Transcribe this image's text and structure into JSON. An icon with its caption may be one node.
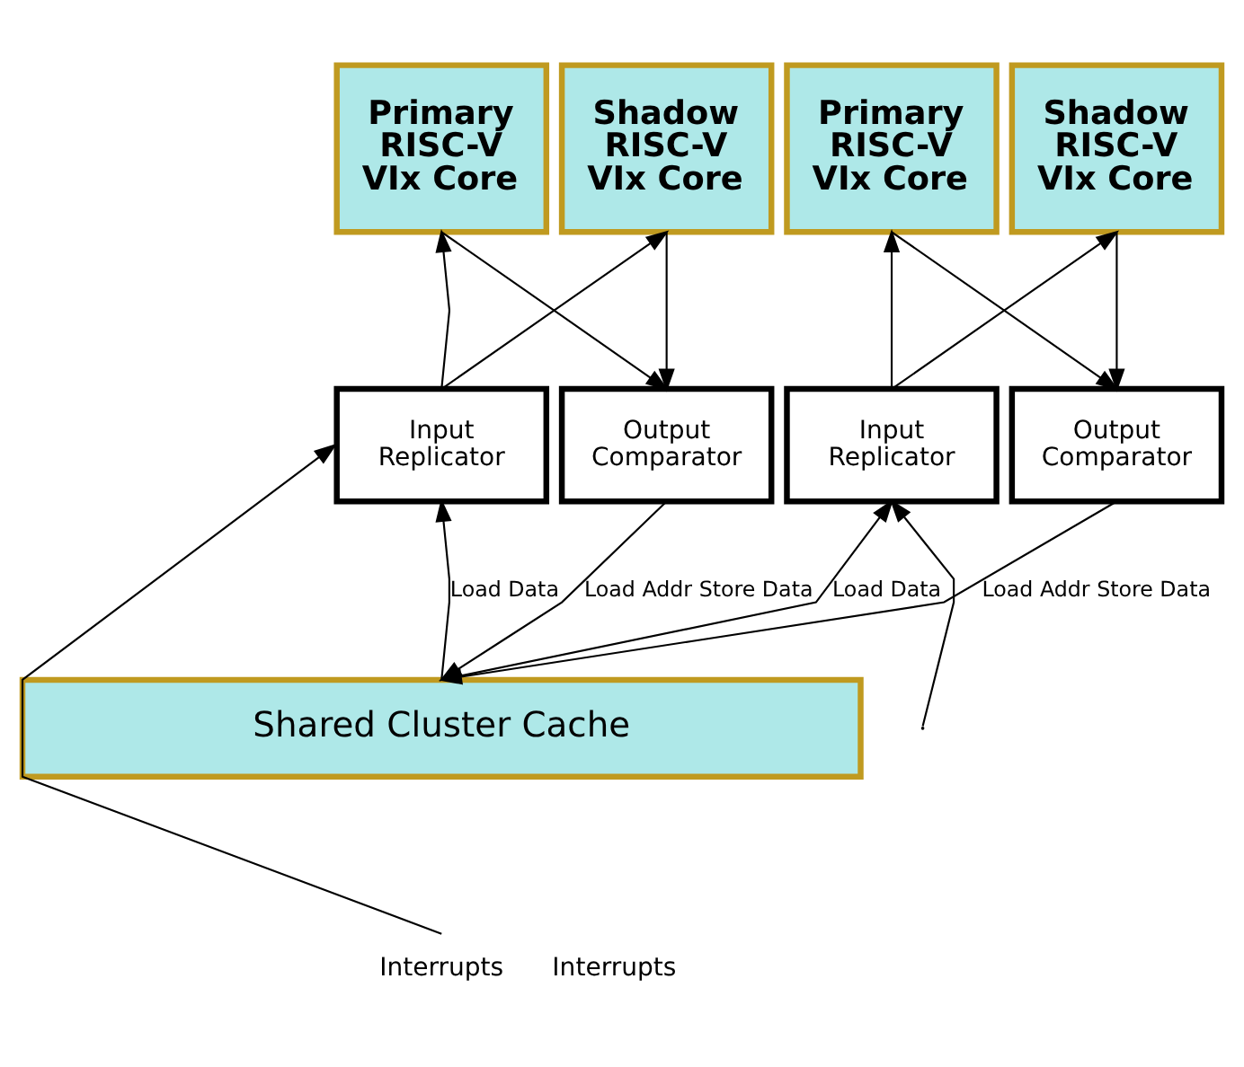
{
  "diagram": {
    "nodes": [
      {
        "text": [
          "Primary RISC-V VIx Core"
        ]
      },
      {
        "text": [
          "Shadow RISC-V VIx Core"
        ]
      },
      {
        "text": [
          "Primary RISC-V VIx Core"
        ]
      },
      {
        "text": [
          "Shadow RISC-V VIx Core"
        ]
      },
      {
        "text": [
          "Input Replicator"
        ]
      },
      {
        "text": [
          "Output Comparator"
        ]
      },
      {
        "text": [
          "Input Replicator"
        ]
      },
      {
        "text": [
          "Output Comparator"
        ]
      },
      {
        "text": [
          "Shared Cluster Cache"
        ]
      },
      {
        "text": [
          "Interrupts"
        ]
      }
    ],
    "edges": [
      {
        "from": 4,
        "to": 0,
        "arrow": "to"
      },
      {
        "from": 4,
        "to": 1,
        "arrow": "to"
      },
      {
        "from": 0,
        "to": 5,
        "arrow": "to"
      },
      {
        "from": 1,
        "to": 5,
        "arrow": "to"
      },
      {
        "from": 6,
        "to": 2,
        "arrow": "to"
      },
      {
        "from": 6,
        "to": 3,
        "arrow": "to"
      },
      {
        "from": 2,
        "to": 7,
        "arrow": "to"
      },
      {
        "from": 3,
        "to": 7,
        "arrow": "to"
      },
      {
        "from": 8,
        "to": 4,
        "arrow": "to",
        "label": "Load Data"
      },
      {
        "from": 5,
        "to": 8,
        "arrow": "to",
        "label": "Load Addr Store Data"
      },
      {
        "from": 8,
        "to": 6,
        "arrow": "to",
        "label": "Load Data"
      },
      {
        "from": 7,
        "to": 8,
        "arrow": "to",
        "label": "Load Addr Store Data"
      },
      {
        "from": 9,
        "to": 4,
        "arrow": "to"
      },
      {
        "from": null,
        "to": 6,
        "arrow": "to"
      }
    ],
    "labels": [
      "Interrupts"
    ]
  }
}
